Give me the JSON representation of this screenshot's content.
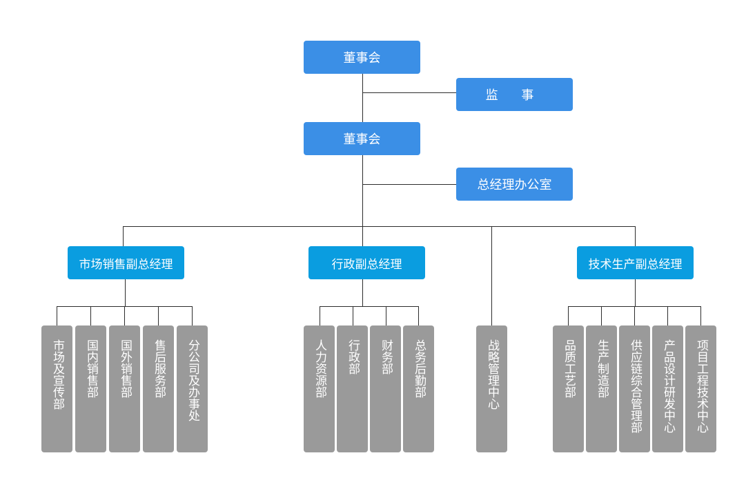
{
  "org": {
    "board": "董事会",
    "supervisor": "监 事",
    "board_2": "董事会",
    "gm_office": "总经理办公室",
    "vp_sales": "市场销售副总经理",
    "vp_admin": "行政副总经理",
    "vp_tech": "技术生产副总经理",
    "sales_depts": [
      "市场及宣传部",
      "国内销售部",
      "国外销售部",
      "售后服务部",
      "分公司及办事处"
    ],
    "admin_depts": [
      "人力资源部",
      "行政部",
      "财务部",
      "总务后勤部"
    ],
    "strategy": "战略管理中心",
    "tech_depts": [
      "品质工艺部",
      "生产制造部",
      "供应链综合管理部",
      "产品设计研发中心",
      "项目工程技术中心"
    ]
  },
  "colors": {
    "top_box": "#3b8fe6",
    "vp_box": "#0a9de0",
    "dept_box": "#9a9a9a",
    "connector": "#2b2b2b"
  }
}
